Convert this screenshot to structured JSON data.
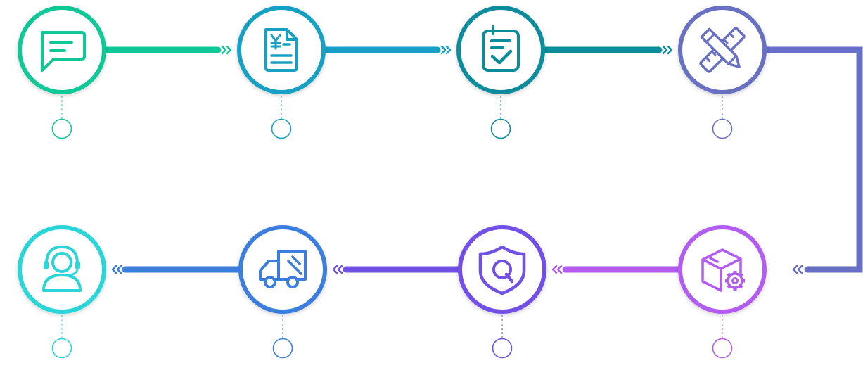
{
  "steps": [
    {
      "id": "consult",
      "icon": "chat-bubble-icon",
      "color": "#10c897"
    },
    {
      "id": "quote",
      "icon": "quote-document-icon",
      "color": "#17a0c3"
    },
    {
      "id": "contract",
      "icon": "checklist-icon",
      "color": "#0b8c9d"
    },
    {
      "id": "design",
      "icon": "pencil-ruler-icon",
      "color": "#6770c4"
    },
    {
      "id": "production",
      "icon": "box-gear-icon",
      "color": "#b35bf2"
    },
    {
      "id": "inspection",
      "icon": "shield-q-icon",
      "color": "#7150e8"
    },
    {
      "id": "delivery",
      "icon": "delivery-truck-icon",
      "color": "#3a7ee0"
    },
    {
      "id": "after-sales",
      "icon": "headset-agent-icon",
      "color": "#2bd5d8"
    }
  ],
  "connectors": [
    {
      "from": "consult",
      "to": "quote",
      "color": "#10c897"
    },
    {
      "from": "quote",
      "to": "contract",
      "color": "#17a0c3"
    },
    {
      "from": "contract",
      "to": "design",
      "color": "#0b8c9d"
    },
    {
      "from": "design",
      "to": "production",
      "color": "#6770c4"
    },
    {
      "from": "production",
      "to": "inspection",
      "color": "#b35bf2"
    },
    {
      "from": "inspection",
      "to": "delivery",
      "color": "#7150e8"
    },
    {
      "from": "delivery",
      "to": "after-sales",
      "color": "#3a7ee0"
    }
  ]
}
